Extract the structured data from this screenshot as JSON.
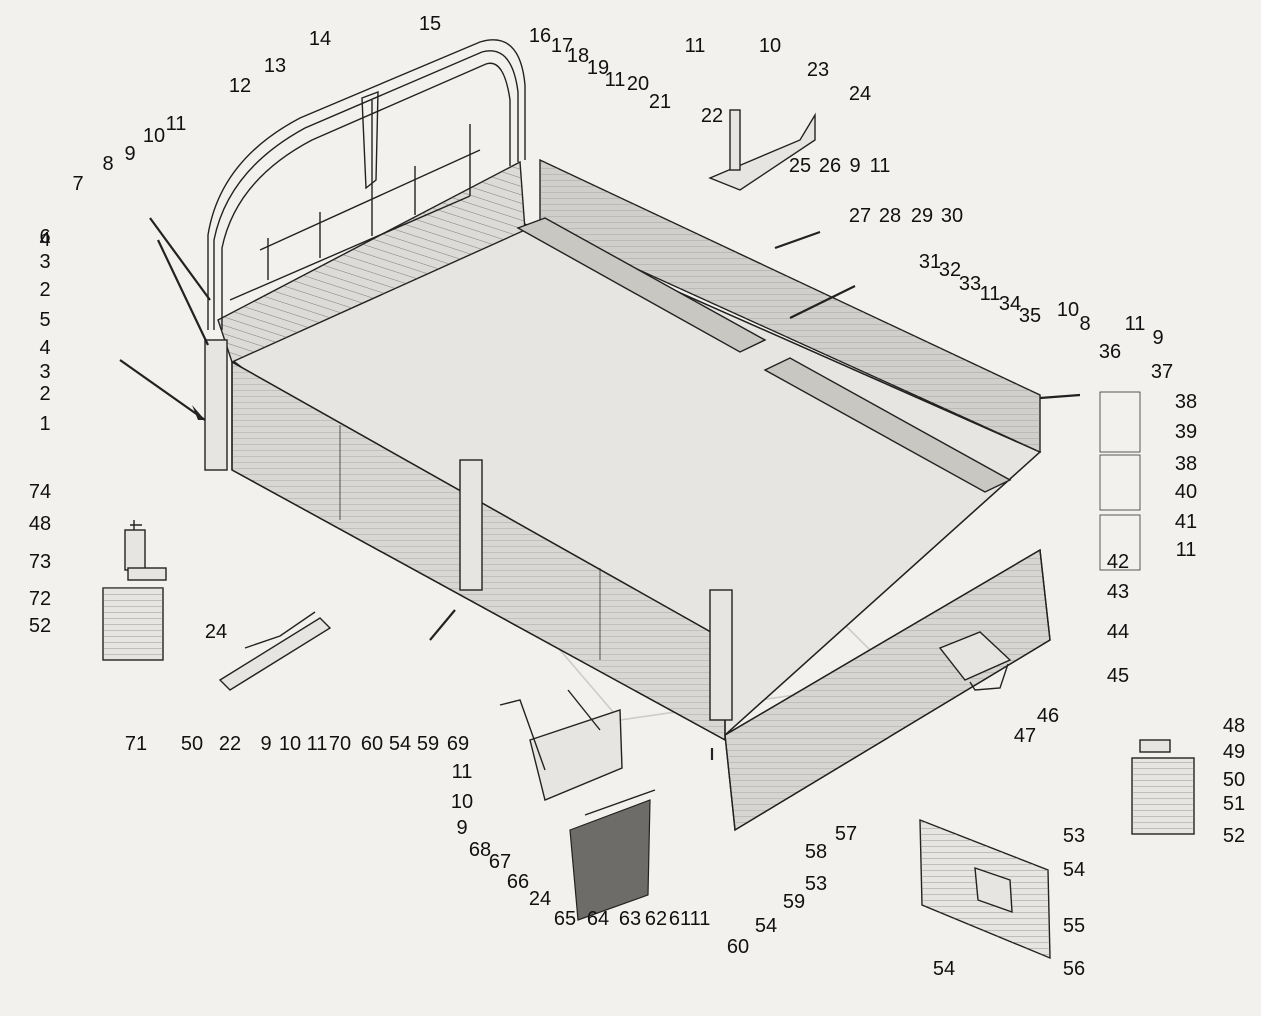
{
  "diagram": {
    "callouts": [
      {
        "text": "1"
      },
      {
        "text": "2"
      },
      {
        "text": "3"
      },
      {
        "text": "4"
      },
      {
        "text": "5"
      },
      {
        "text": "2"
      },
      {
        "text": "3"
      },
      {
        "text": "4"
      },
      {
        "text": "6"
      },
      {
        "text": "7"
      },
      {
        "text": "8"
      },
      {
        "text": "9"
      },
      {
        "text": "10"
      },
      {
        "text": "11"
      },
      {
        "text": "12"
      },
      {
        "text": "13"
      },
      {
        "text": "14"
      },
      {
        "text": "15"
      },
      {
        "text": "16"
      },
      {
        "text": "17"
      },
      {
        "text": "18"
      },
      {
        "text": "19"
      },
      {
        "text": "11"
      },
      {
        "text": "20"
      },
      {
        "text": "21"
      },
      {
        "text": "11"
      },
      {
        "text": "10"
      },
      {
        "text": "23"
      },
      {
        "text": "22"
      },
      {
        "text": "24"
      },
      {
        "text": "25"
      },
      {
        "text": "26"
      },
      {
        "text": "9"
      },
      {
        "text": "11"
      },
      {
        "text": "27"
      },
      {
        "text": "28"
      },
      {
        "text": "29"
      },
      {
        "text": "30"
      },
      {
        "text": "31"
      },
      {
        "text": "32"
      },
      {
        "text": "33"
      },
      {
        "text": "11"
      },
      {
        "text": "34"
      },
      {
        "text": "35"
      },
      {
        "text": "10"
      },
      {
        "text": "8"
      },
      {
        "text": "36"
      },
      {
        "text": "11"
      },
      {
        "text": "9"
      },
      {
        "text": "37"
      },
      {
        "text": "38"
      },
      {
        "text": "39"
      },
      {
        "text": "38"
      },
      {
        "text": "40"
      },
      {
        "text": "41"
      },
      {
        "text": "11"
      },
      {
        "text": "42"
      },
      {
        "text": "43"
      },
      {
        "text": "44"
      },
      {
        "text": "45"
      },
      {
        "text": "46"
      },
      {
        "text": "47"
      },
      {
        "text": "74"
      },
      {
        "text": "48"
      },
      {
        "text": "73"
      },
      {
        "text": "72"
      },
      {
        "text": "52"
      },
      {
        "text": "71"
      },
      {
        "text": "50"
      },
      {
        "text": "24"
      },
      {
        "text": "22"
      },
      {
        "text": "9"
      },
      {
        "text": "10"
      },
      {
        "text": "11"
      },
      {
        "text": "70"
      },
      {
        "text": "60"
      },
      {
        "text": "54"
      },
      {
        "text": "59"
      },
      {
        "text": "69"
      },
      {
        "text": "11"
      },
      {
        "text": "10"
      },
      {
        "text": "9"
      },
      {
        "text": "68"
      },
      {
        "text": "67"
      },
      {
        "text": "66"
      },
      {
        "text": "24"
      },
      {
        "text": "65"
      },
      {
        "text": "64"
      },
      {
        "text": "63"
      },
      {
        "text": "62"
      },
      {
        "text": "61"
      },
      {
        "text": "11"
      },
      {
        "text": "60"
      },
      {
        "text": "54"
      },
      {
        "text": "59"
      },
      {
        "text": "53"
      },
      {
        "text": "58"
      },
      {
        "text": "57"
      },
      {
        "text": "48"
      },
      {
        "text": "49"
      },
      {
        "text": "50"
      },
      {
        "text": "51"
      },
      {
        "text": "52"
      },
      {
        "text": "53"
      },
      {
        "text": "54"
      },
      {
        "text": "55"
      },
      {
        "text": "54"
      },
      {
        "text": "56"
      }
    ]
  }
}
